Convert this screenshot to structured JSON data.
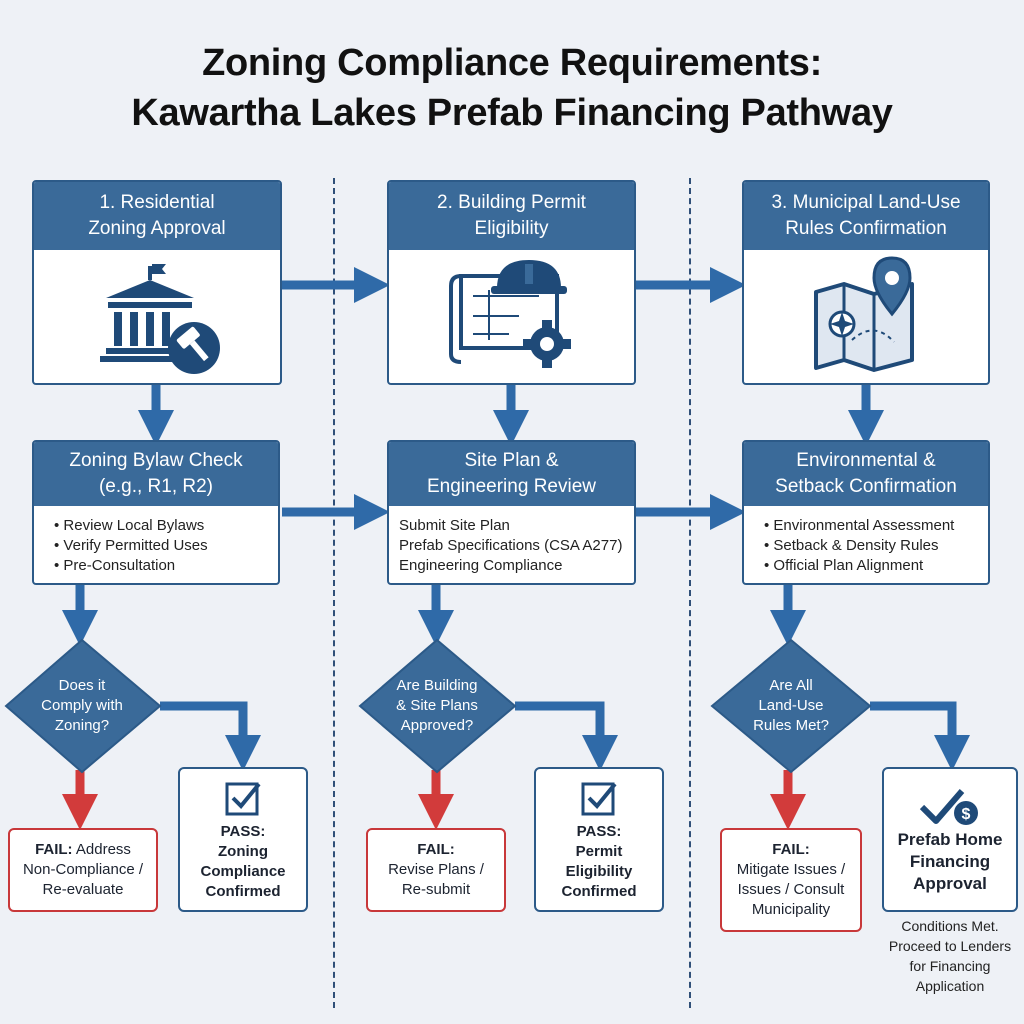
{
  "title": {
    "line1": "Zoning Compliance Requirements:",
    "line2": "Kawartha Lakes Prefab Financing Pathway"
  },
  "columns": [
    {
      "step": {
        "line1": "1. Residential",
        "line2": "Zoning Approval",
        "icon": "courthouse-gavel-icon"
      },
      "check": {
        "line1": "Zoning Bylaw Check",
        "line2": "(e.g., R1, R2)",
        "items": [
          "• Review Local Bylaws",
          "• Verify Permitted Uses",
          "• Pre-Consultation"
        ]
      },
      "decision": {
        "line1": "Does it",
        "line2": "Comply with",
        "line3": "Zoning?"
      },
      "fail": {
        "label": "FAIL:",
        "line1": "Address",
        "line2": "Non-Compliance /",
        "line3": "Re-evaluate"
      },
      "pass": {
        "line1": "PASS:",
        "line2": "Zoning",
        "line3": "Compliance",
        "line4": "Confirmed"
      }
    },
    {
      "step": {
        "line1": "2. Building Permit",
        "line2": "Eligibility",
        "icon": "blueprint-hardhat-gear-icon"
      },
      "check": {
        "line1": "Site Plan &",
        "line2": "Engineering Review",
        "items": [
          "Submit Site Plan",
          "Prefab Specifications (CSA A277)",
          "Engineering Compliance"
        ]
      },
      "decision": {
        "line1": "Are Building",
        "line2": "& Site Plans",
        "line3": "Approved?"
      },
      "fail": {
        "label": "FAIL:",
        "line1": "",
        "line2": "Revise Plans /",
        "line3": "Re-submit"
      },
      "pass": {
        "line1": "PASS:",
        "line2": "Permit",
        "line3": "Eligibility",
        "line4": "Confirmed"
      }
    },
    {
      "step": {
        "line1": "3. Municipal Land-Use",
        "line2": "Rules Confirmation",
        "icon": "map-pin-icon"
      },
      "check": {
        "line1": "Environmental &",
        "line2": "Setback Confirmation",
        "items": [
          "• Environmental Assessment",
          "• Setback & Density Rules",
          "• Official Plan Alignment"
        ]
      },
      "decision": {
        "line1": "Are All",
        "line2": "Land-Use",
        "line3": "Rules Met?"
      },
      "fail": {
        "label": "FAIL:",
        "line1": "",
        "line2": "Mitigate Issues /",
        "line3": "Issues / Consult",
        "line4": "Municipality"
      },
      "pass": {
        "line1": "Prefab Home",
        "line2": "Financing",
        "line3": "Approval"
      }
    }
  ],
  "final_note": [
    "Conditions Met.",
    "Proceed to Lenders",
    "for Financing",
    "Application"
  ],
  "colors": {
    "primary": "#3a6a99",
    "dark": "#2c5a88",
    "fail": "#c8383a",
    "background": "#eef1f6"
  }
}
